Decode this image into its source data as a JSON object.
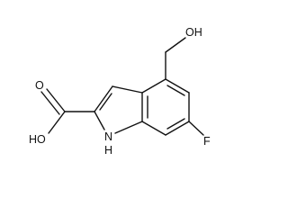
{
  "molecule": {
    "labels": {
      "hydroxyl": "OH",
      "carboxyl_oxygen": "O",
      "acid_hydroxyl": "HO",
      "fluorine": "F",
      "amine_h": "H",
      "amine_n": "N"
    }
  }
}
